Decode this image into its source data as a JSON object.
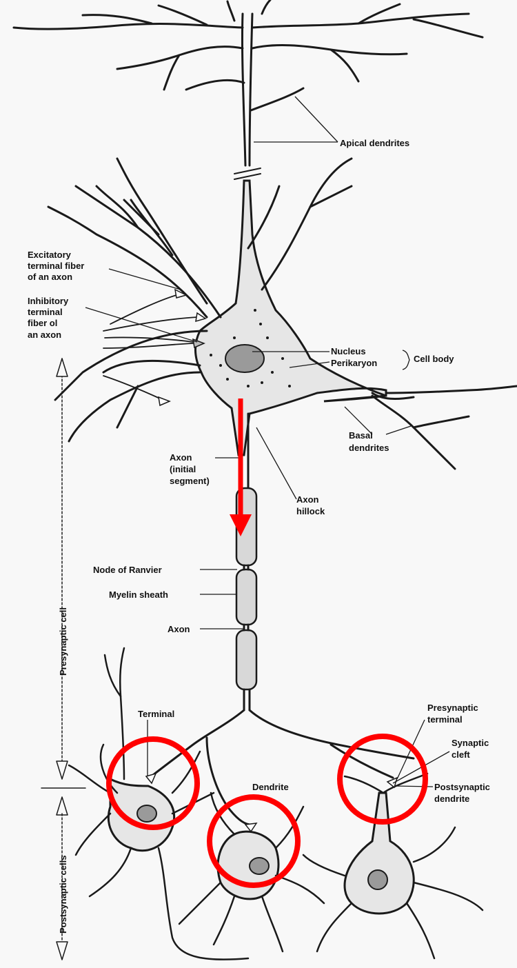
{
  "labels": {
    "apical_dendrites": "Apical dendrites",
    "excitatory_1": "Excitatory",
    "excitatory_2": "terminal fiber",
    "excitatory_3": "of an axon",
    "inhibitory_1": "Inhibitory",
    "inhibitory_2": "terminal",
    "inhibitory_3": "fiber ol",
    "inhibitory_4": "an axon",
    "nucleus": "Nucleus",
    "perikaryon": "Perikaryon",
    "cell_body": "Cell body",
    "basal_1": "Basal",
    "basal_2": "dendrites",
    "axon_initial_1": "Axon",
    "axon_initial_2": "(initial",
    "axon_initial_3": "segment)",
    "axon_hillock_1": "Axon",
    "axon_hillock_2": "hillock",
    "node_of_ranvier": "Node of Ranvier",
    "myelin_sheath": "Myelin sheath",
    "axon": "Axon",
    "terminal": "Terminal",
    "presynaptic_terminal_1": "Presynaptic",
    "presynaptic_terminal_2": "terminal",
    "synaptic_cleft_1": "Synaptic",
    "synaptic_cleft_2": "cleft",
    "postsynaptic_dendrite_1": "Postsynaptic",
    "postsynaptic_dendrite_2": "dendrite",
    "dendrite": "Dendrite",
    "presynaptic_cell": "Presynaptic cell",
    "postsynaptic_cells": "Postsynaptic cells"
  },
  "colors": {
    "highlight": "#ff0000",
    "ink": "#1a1a1a",
    "background": "#f8f8f8"
  }
}
